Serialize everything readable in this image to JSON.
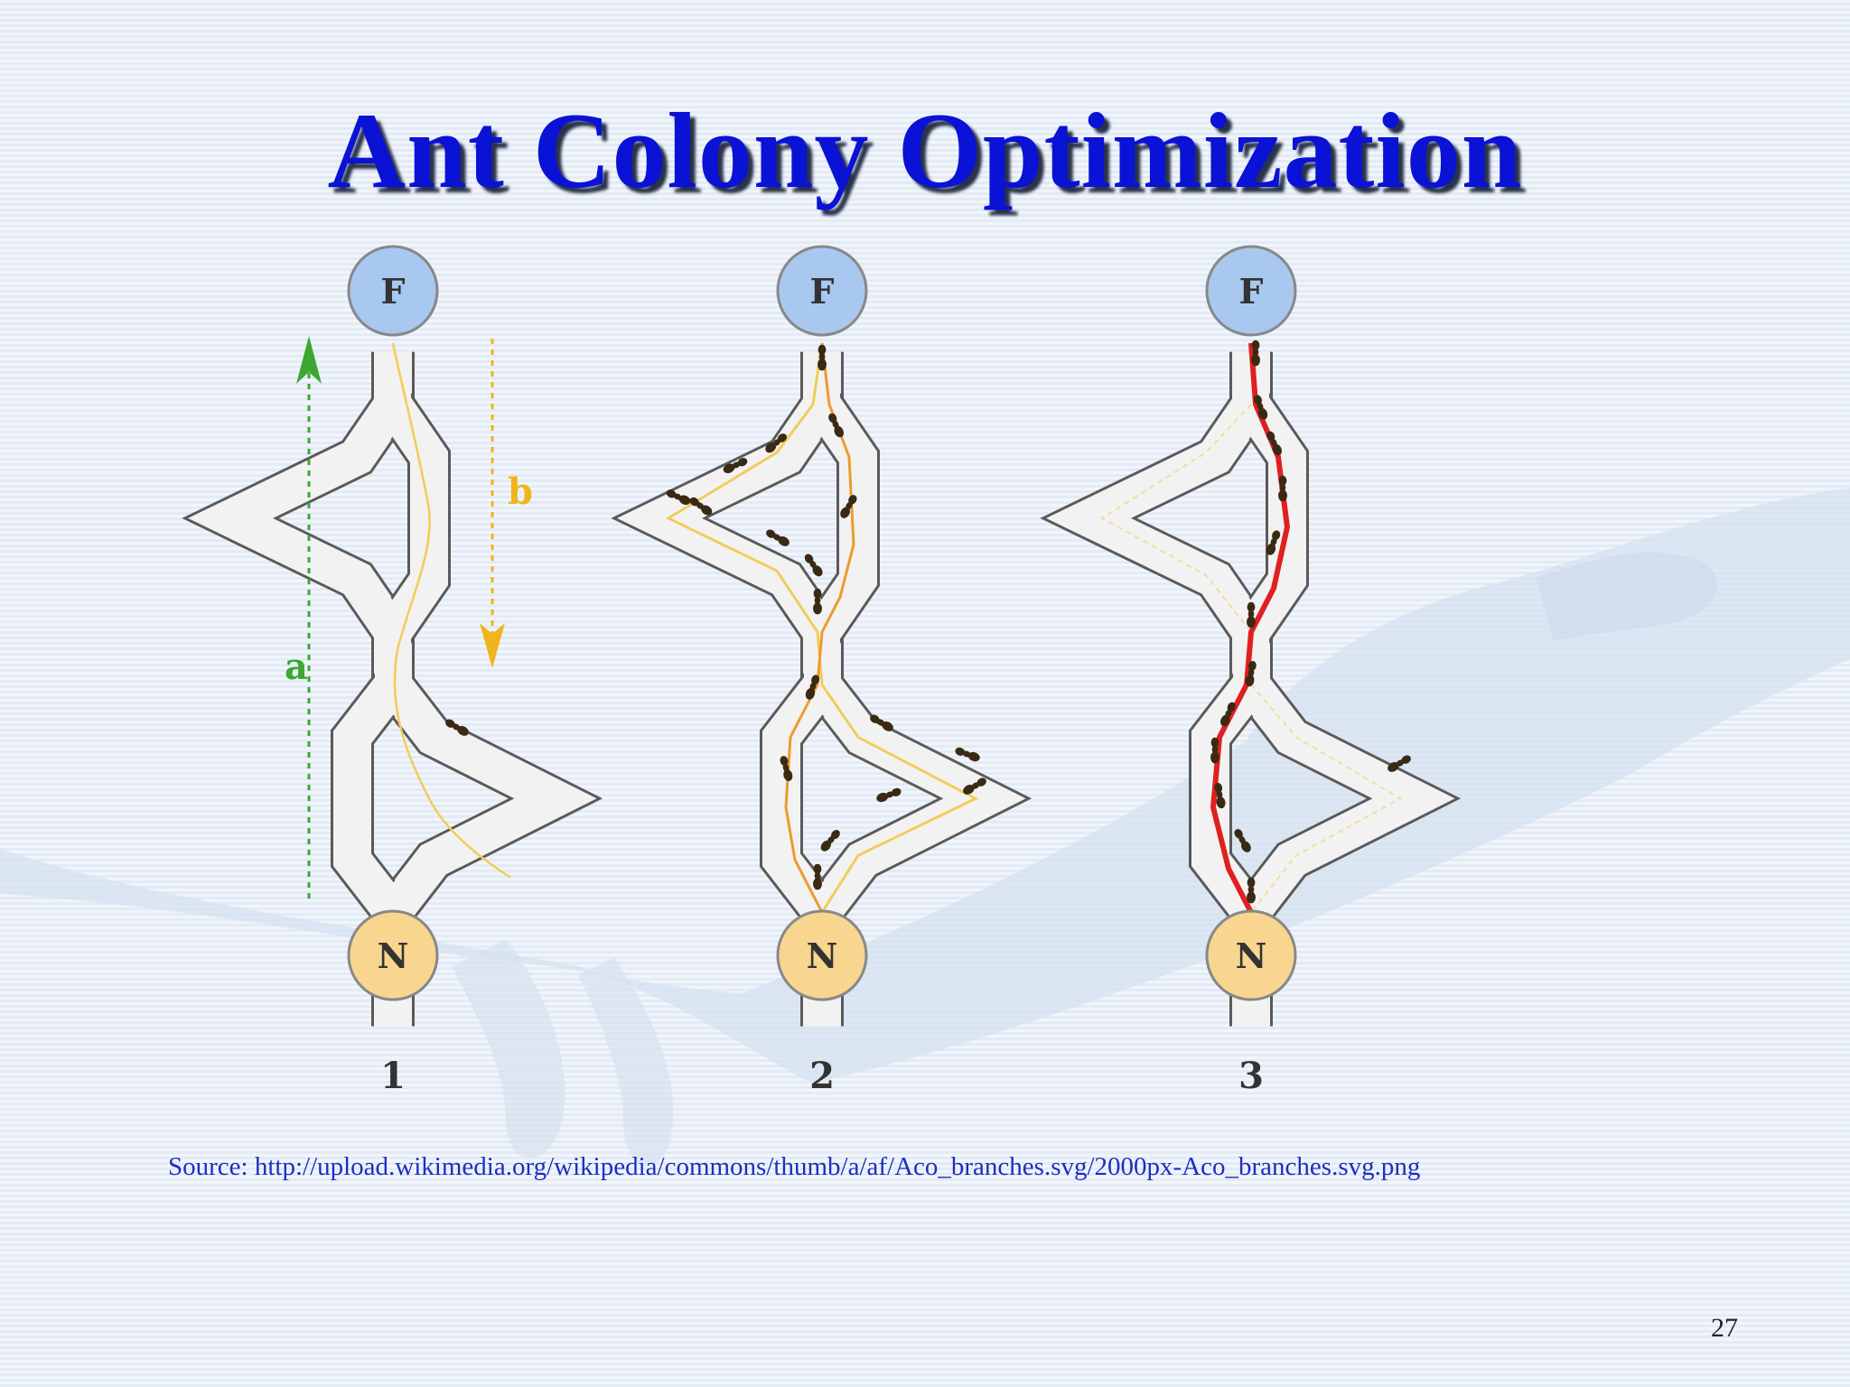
{
  "slide": {
    "title": "Ant Colony Optimization",
    "source": "Source: http://upload.wikimedia.org/wikipedia/commons/thumb/a/af/Aco_branches.svg/2000px-Aco_branches.svg.png",
    "page_number": "27"
  },
  "diagram": {
    "panels": [
      {
        "label": "1",
        "top_node": "F",
        "bottom_node": "N",
        "arrow_up_label": "a",
        "arrow_down_label": "b"
      },
      {
        "label": "2",
        "top_node": "F",
        "bottom_node": "N"
      },
      {
        "label": "3",
        "top_node": "F",
        "bottom_node": "N"
      }
    ]
  },
  "colors": {
    "title": "#0a12d6",
    "food_node": "#a8c8f0",
    "nest_node": "#f8d690",
    "path_fill": "#f2f2f2",
    "path_outline": "#5a5a5a",
    "pheromone_light": "#f2cc5a",
    "pheromone_medium": "#ee9a30",
    "pheromone_strong": "#e02020",
    "arrow_a": "#3aa832",
    "arrow_b": "#f2b41c",
    "ant": "#3a2a14"
  }
}
